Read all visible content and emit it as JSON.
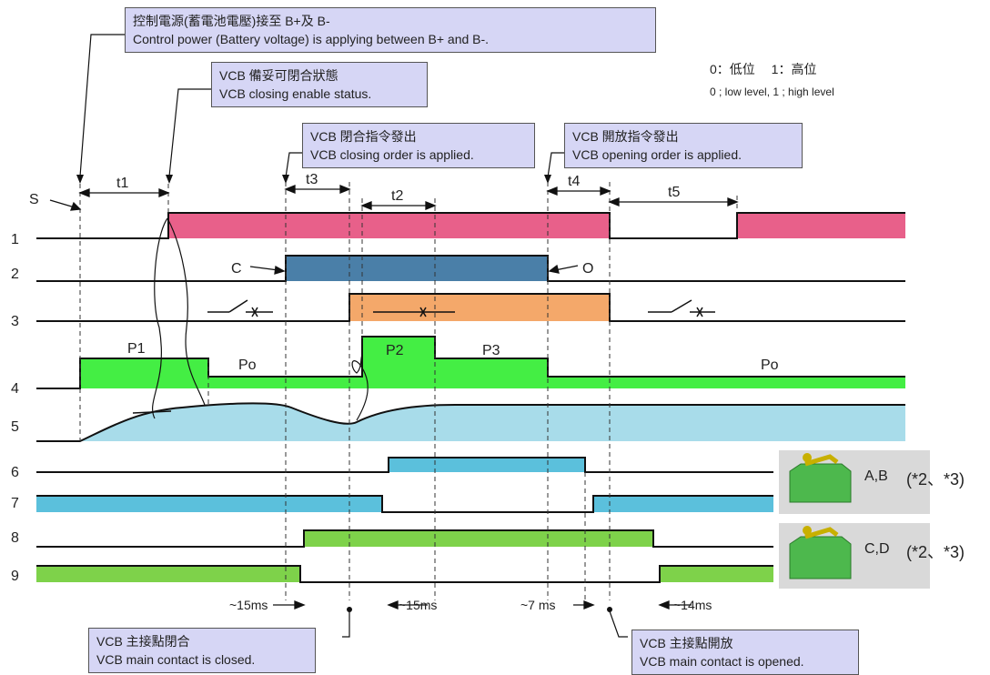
{
  "callouts": {
    "control_power": {
      "line1": "控制電源(蓄電池電壓)接至 B+及 B-",
      "line2": "Control power (Battery voltage) is applying between B+ and B-."
    },
    "closing_enable": {
      "line1": "VCB 備妥可閉合狀態",
      "line2": "VCB closing enable status."
    },
    "closing_order": {
      "line1": "VCB 閉合指令發出",
      "line2": "VCB closing order is applied."
    },
    "opening_order": {
      "line1": "VCB 開放指令發出",
      "line2": "VCB opening order is applied."
    },
    "contact_closed": {
      "line1": "VCB 主接點閉合",
      "line2": "VCB main contact is closed."
    },
    "contact_opened": {
      "line1": "VCB 主接點開放",
      "line2": "VCB main contact is opened."
    }
  },
  "legend": {
    "line1": "0：低位　 1：高位",
    "line2": "0 ; low level,  1 ; high level"
  },
  "start_label": "S",
  "row_labels": [
    "1",
    "2",
    "3",
    "4",
    "5",
    "6",
    "7",
    "8",
    "9"
  ],
  "time_labels": {
    "t1": "t1",
    "t2": "t2",
    "t3": "t3",
    "t4": "t4",
    "t5": "t5"
  },
  "signal_labels": {
    "close": "C",
    "open": "O",
    "p1": "P1",
    "p2": "P2",
    "p3": "P3",
    "p0a": "Po",
    "p0b": "Po"
  },
  "ms_labels": {
    "a": "~15ms",
    "b": "~15ms",
    "c": "~7 ms",
    "d": "~14ms"
  },
  "thumbs": {
    "ab": {
      "label": "A,B",
      "note": "(*2、*3)"
    },
    "cd": {
      "label": "C,D",
      "note": "(*2、*3)"
    }
  },
  "colors": {
    "row1": "#e8608a",
    "row2": "#4a7fa8",
    "row3": "#f4a86a",
    "row4": "#44ee44",
    "row5": "#a8dcea",
    "row6": "#5bc0dc",
    "row8": "#7ed24a",
    "callout_bg": "#d6d6f5"
  }
}
